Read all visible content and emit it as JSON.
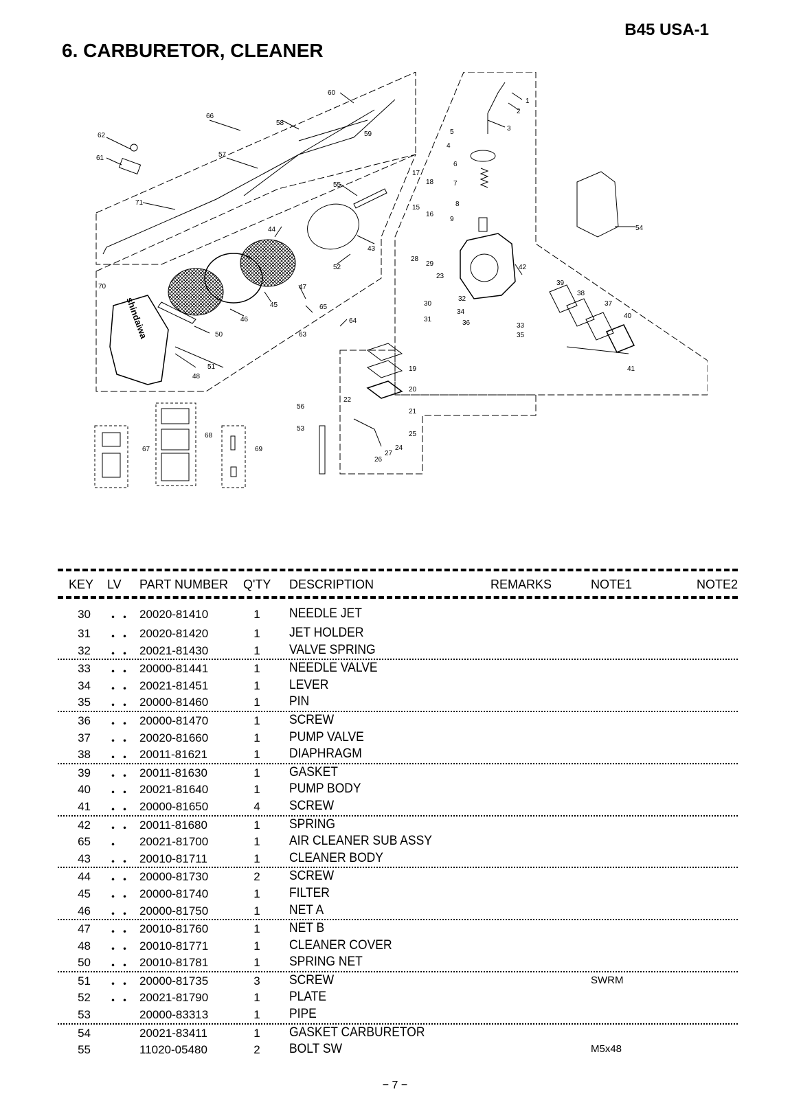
{
  "header": {
    "model": "B45 USA-1",
    "title": "6. CARBURETOR, CLEANER"
  },
  "diagram": {
    "callouts": [
      "1",
      "2",
      "3",
      "4",
      "5",
      "6",
      "7",
      "8",
      "9",
      "15",
      "16",
      "17",
      "18",
      "19",
      "20",
      "21",
      "22",
      "23",
      "24",
      "25",
      "26",
      "27",
      "28",
      "29",
      "30",
      "31",
      "32",
      "33",
      "34",
      "35",
      "36",
      "37",
      "38",
      "39",
      "40",
      "41",
      "42",
      "43",
      "44",
      "45",
      "46",
      "47",
      "48",
      "50",
      "51",
      "52",
      "53",
      "54",
      "55",
      "56",
      "57",
      "58",
      "59",
      "60",
      "61",
      "62",
      "63",
      "64",
      "65",
      "66",
      "67",
      "68",
      "69",
      "70",
      "71"
    ],
    "brand_text": "shindaiwa"
  },
  "table": {
    "headers": {
      "key": "KEY",
      "lv": "LV",
      "part_number": "PART NUMBER",
      "qty": "Q'TY",
      "description": "DESCRIPTION",
      "remarks": "REMARKS",
      "note1": "NOTE1",
      "note2": "NOTE2"
    },
    "rows": [
      {
        "key": "30",
        "lv": "・・",
        "pn": "20020-81410",
        "qty": "1",
        "desc": "NEEDLE JET",
        "remarks": "",
        "note1": "",
        "note2": ""
      },
      {
        "key": "31",
        "lv": "・・",
        "pn": "20020-81420",
        "qty": "1",
        "desc": "JET HOLDER",
        "remarks": "",
        "note1": "",
        "note2": ""
      },
      {
        "key": "32",
        "lv": "・・",
        "pn": "20021-81430",
        "qty": "1",
        "desc": "VALVE SPRING",
        "remarks": "",
        "note1": "",
        "note2": ""
      },
      {
        "key": "33",
        "lv": "・・",
        "pn": "20000-81441",
        "qty": "1",
        "desc": "NEEDLE VALVE",
        "remarks": "",
        "note1": "",
        "note2": ""
      },
      {
        "key": "34",
        "lv": "・・",
        "pn": "20021-81451",
        "qty": "1",
        "desc": "LEVER",
        "remarks": "",
        "note1": "",
        "note2": ""
      },
      {
        "key": "35",
        "lv": "・・",
        "pn": "20000-81460",
        "qty": "1",
        "desc": "PIN",
        "remarks": "",
        "note1": "",
        "note2": ""
      },
      {
        "key": "36",
        "lv": "・・",
        "pn": "20000-81470",
        "qty": "1",
        "desc": "SCREW",
        "remarks": "",
        "note1": "",
        "note2": ""
      },
      {
        "key": "37",
        "lv": "・・",
        "pn": "20020-81660",
        "qty": "1",
        "desc": "PUMP VALVE",
        "remarks": "",
        "note1": "",
        "note2": ""
      },
      {
        "key": "38",
        "lv": "・・",
        "pn": "20011-81621",
        "qty": "1",
        "desc": "DIAPHRAGM",
        "remarks": "",
        "note1": "",
        "note2": ""
      },
      {
        "key": "39",
        "lv": "・・",
        "pn": "20011-81630",
        "qty": "1",
        "desc": "GASKET",
        "remarks": "",
        "note1": "",
        "note2": ""
      },
      {
        "key": "40",
        "lv": "・・",
        "pn": "20021-81640",
        "qty": "1",
        "desc": "PUMP BODY",
        "remarks": "",
        "note1": "",
        "note2": ""
      },
      {
        "key": "41",
        "lv": "・・",
        "pn": "20000-81650",
        "qty": "4",
        "desc": "SCREW",
        "remarks": "",
        "note1": "",
        "note2": ""
      },
      {
        "key": "42",
        "lv": "・・",
        "pn": "20011-81680",
        "qty": "1",
        "desc": "SPRING",
        "remarks": "",
        "note1": "",
        "note2": ""
      },
      {
        "key": "65",
        "lv": "・",
        "pn": "20021-81700",
        "qty": "1",
        "desc": "AIR CLEANER SUB ASSY",
        "remarks": "",
        "note1": "",
        "note2": ""
      },
      {
        "key": "43",
        "lv": "・・",
        "pn": "20010-81711",
        "qty": "1",
        "desc": "CLEANER BODY",
        "remarks": "",
        "note1": "",
        "note2": ""
      },
      {
        "key": "44",
        "lv": "・・",
        "pn": "20000-81730",
        "qty": "2",
        "desc": "SCREW",
        "remarks": "",
        "note1": "",
        "note2": ""
      },
      {
        "key": "45",
        "lv": "・・",
        "pn": "20000-81740",
        "qty": "1",
        "desc": "FILTER",
        "remarks": "",
        "note1": "",
        "note2": ""
      },
      {
        "key": "46",
        "lv": "・・",
        "pn": "20000-81750",
        "qty": "1",
        "desc": "NET A",
        "remarks": "",
        "note1": "",
        "note2": ""
      },
      {
        "key": "47",
        "lv": "・・",
        "pn": "20010-81760",
        "qty": "1",
        "desc": "NET B",
        "remarks": "",
        "note1": "",
        "note2": ""
      },
      {
        "key": "48",
        "lv": "・・",
        "pn": "20010-81771",
        "qty": "1",
        "desc": "CLEANER COVER",
        "remarks": "",
        "note1": "",
        "note2": ""
      },
      {
        "key": "50",
        "lv": "・・",
        "pn": "20010-81781",
        "qty": "1",
        "desc": "SPRING NET",
        "remarks": "",
        "note1": "",
        "note2": ""
      },
      {
        "key": "51",
        "lv": "・・",
        "pn": "20000-81735",
        "qty": "3",
        "desc": "SCREW",
        "remarks": "",
        "note1": "SWRM",
        "note2": ""
      },
      {
        "key": "52",
        "lv": "・・",
        "pn": "20021-81790",
        "qty": "1",
        "desc": "PLATE",
        "remarks": "",
        "note1": "",
        "note2": ""
      },
      {
        "key": "53",
        "lv": "",
        "pn": "20000-83313",
        "qty": "1",
        "desc": "PIPE",
        "remarks": "",
        "note1": "",
        "note2": ""
      },
      {
        "key": "54",
        "lv": "",
        "pn": "20021-83411",
        "qty": "1",
        "desc": "GASKET CARBURETOR",
        "remarks": "",
        "note1": "",
        "note2": ""
      },
      {
        "key": "55",
        "lv": "",
        "pn": "11020-05480",
        "qty": "2",
        "desc": "BOLT SW",
        "remarks": "",
        "note1": "M5x48",
        "note2": ""
      }
    ]
  },
  "footer": {
    "page": "− 7 −"
  }
}
